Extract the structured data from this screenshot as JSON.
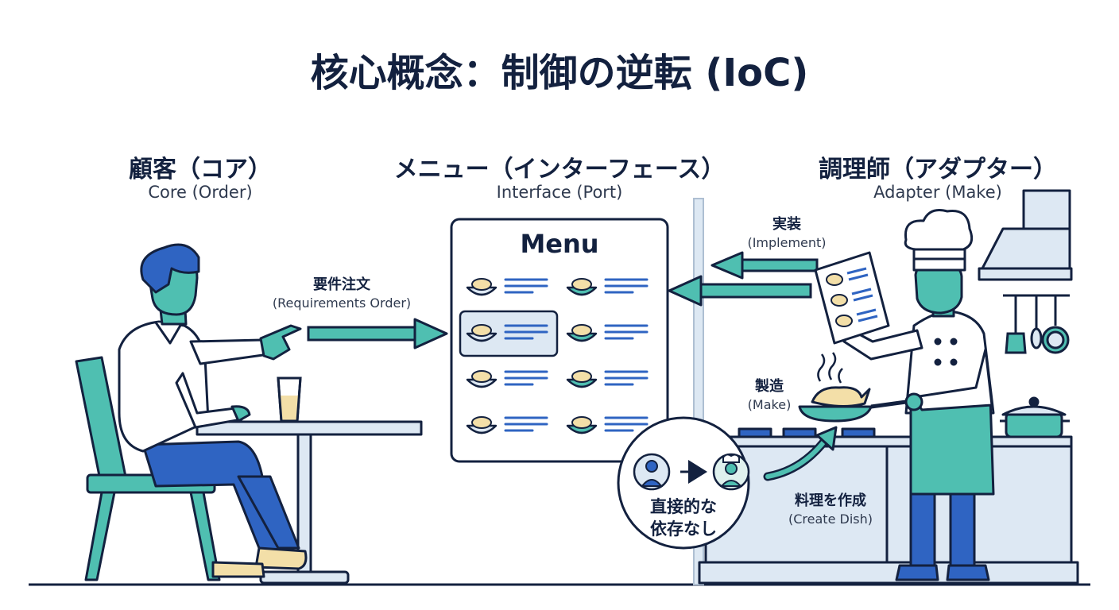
{
  "title": "核心概念：制御の逆転 (IoC)",
  "customer": {
    "title": "顧客（コア）",
    "subtitle": "Core (Order)"
  },
  "menu": {
    "title": "メニュー（インターフェース）",
    "subtitle": "Interface (Port)",
    "board_title": "Menu"
  },
  "chef": {
    "title": "調理師（アダプター）",
    "subtitle": "Adapter (Make)"
  },
  "order_arrow": {
    "label": "要件注文",
    "sublabel": "(Requirements Order)"
  },
  "implement_arrow": {
    "label": "実装",
    "sublabel": "(Implement)"
  },
  "make_label": {
    "label": "製造",
    "sublabel": "(Make)"
  },
  "dish_label": {
    "label": "料理を作成",
    "sublabel": "(Create Dish)"
  },
  "no_dependency": {
    "line1": "直接的な",
    "line2": "依存なし"
  },
  "colors": {
    "navy": "#13213f",
    "teal": "#4fbfb1",
    "blue": "#2f64c2",
    "light_teal": "#dff1ee",
    "light_blue": "#dde8f3",
    "cream": "#f3dfa8"
  }
}
